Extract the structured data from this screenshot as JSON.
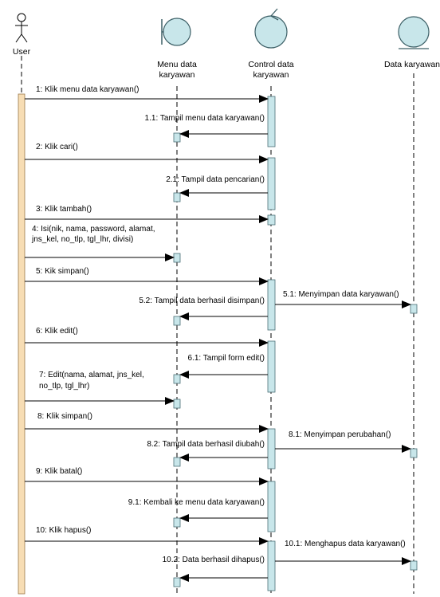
{
  "lifelines": [
    {
      "id": "user",
      "kind": "actor",
      "label": [
        "User"
      ]
    },
    {
      "id": "menu",
      "kind": "boundary",
      "label": [
        "Menu data",
        "karyawan"
      ]
    },
    {
      "id": "control",
      "kind": "control",
      "label": [
        "Control data",
        "karyawan"
      ]
    },
    {
      "id": "entity",
      "kind": "entity",
      "label": [
        "Data karyawan"
      ]
    }
  ],
  "messages": [
    {
      "label": [
        "1: Klik menu data karyawan()"
      ],
      "from": "user",
      "to": "control"
    },
    {
      "label": [
        "1.1: Tampil menu data karyawan()"
      ],
      "from": "control",
      "to": "menu"
    },
    {
      "label": [
        "2: Klik cari()"
      ],
      "from": "user",
      "to": "control"
    },
    {
      "label": [
        "2.1: Tampil data pencarian()"
      ],
      "from": "control",
      "to": "menu"
    },
    {
      "label": [
        "3: Klik tambah()"
      ],
      "from": "user",
      "to": "control"
    },
    {
      "label": [
        "4: Isi(nik, nama, password, alamat,",
        "jns_kel, no_tlp, tgl_lhr, divisi)"
      ],
      "from": "user",
      "to": "menu"
    },
    {
      "label": [
        "5: Kik simpan()"
      ],
      "from": "user",
      "to": "control"
    },
    {
      "label": [
        "5.1: Menyimpan data karyawan()"
      ],
      "from": "control",
      "to": "entity"
    },
    {
      "label": [
        "5.2: Tampil data berhasil disimpan()"
      ],
      "from": "control",
      "to": "menu"
    },
    {
      "label": [
        "6: Klik edit()"
      ],
      "from": "user",
      "to": "control"
    },
    {
      "label": [
        "6.1: Tampil form edit()"
      ],
      "from": "control",
      "to": "menu"
    },
    {
      "label": [
        "7: Edit(nama, alamat, jns_kel,",
        "no_tlp, tgl_lhr)"
      ],
      "from": "user",
      "to": "menu"
    },
    {
      "label": [
        "8: Klik simpan()"
      ],
      "from": "user",
      "to": "control"
    },
    {
      "label": [
        "8.1: Menyimpan perubahan()"
      ],
      "from": "control",
      "to": "entity"
    },
    {
      "label": [
        "8.2: Tampil data berhasil diubah()"
      ],
      "from": "control",
      "to": "menu"
    },
    {
      "label": [
        "9: Klik batal()"
      ],
      "from": "user",
      "to": "control"
    },
    {
      "label": [
        "9.1: Kembali ke menu data karyawan()"
      ],
      "from": "control",
      "to": "menu"
    },
    {
      "label": [
        "10: Klik hapus()"
      ],
      "from": "user",
      "to": "control"
    },
    {
      "label": [
        "10.1: Menghapus data karyawan()"
      ],
      "from": "control",
      "to": "entity"
    },
    {
      "label": [
        "10.2: Data berhasil dihapus()"
      ],
      "from": "control",
      "to": "menu"
    }
  ],
  "colors": {
    "activation_fill": "#c8e6ea",
    "activation_stroke": "#4a6f75",
    "actor_activation_fill": "#f7ddb4",
    "actor_activation_stroke": "#9c7a4a",
    "icon_fill": "#c8e6ea",
    "icon_stroke": "#3c5f66",
    "line": "#000000"
  }
}
